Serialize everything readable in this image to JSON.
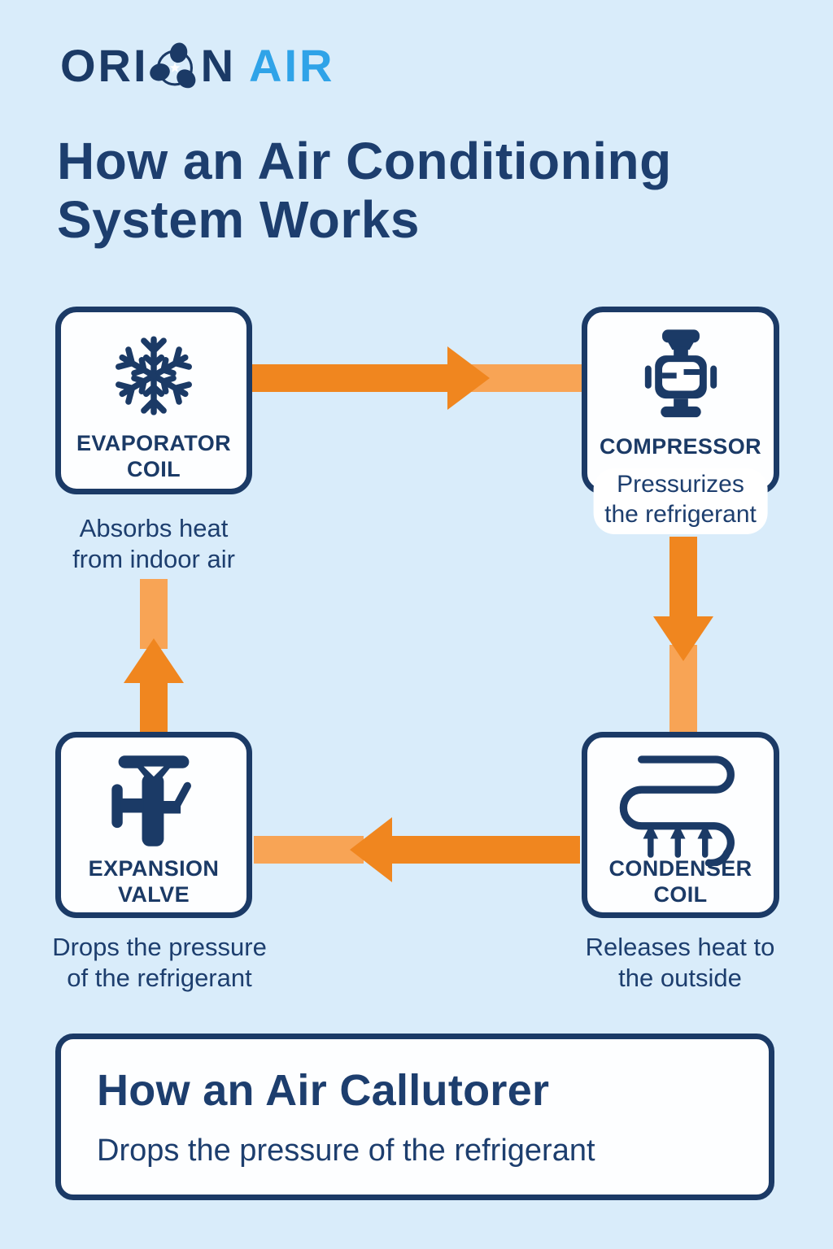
{
  "logo": {
    "part1": "ORI",
    "part2": "N",
    "part3": "AIR",
    "icon": "fan-icon"
  },
  "title": "How an Air Conditioning\nSystem Works",
  "cycle": {
    "evaporator": {
      "label": "EVAPORATOR\nCOIL",
      "icon": "snowflake-icon",
      "caption": "Absorbs heat\nfrom indoor air"
    },
    "compressor": {
      "label": "COMPRESSOR",
      "icon": "compressor-icon",
      "caption": "Pressurizes\nthe refrigerant"
    },
    "condenser": {
      "label": "CONDENSER\nCOIL",
      "icon": "condenser-coil-icon",
      "caption": "Releases heat to\nthe outside"
    },
    "expansion_valve": {
      "label": "EXPANSION\nVALVE",
      "icon": "expansion-valve-icon",
      "caption": "Drops the pressure\nof the refrigerant"
    }
  },
  "footer_card": {
    "heading": "How an Air Callutorer",
    "subtext": "Drops the pressure of the refrigerant"
  },
  "colors": {
    "background": "#d9ecfa",
    "navy": "#1b3a66",
    "text_navy": "#1d3e6e",
    "logo_blue": "#2fa3e8",
    "arrow_orange": "#f0861f",
    "arrow_orange_light": "#f8a455"
  }
}
